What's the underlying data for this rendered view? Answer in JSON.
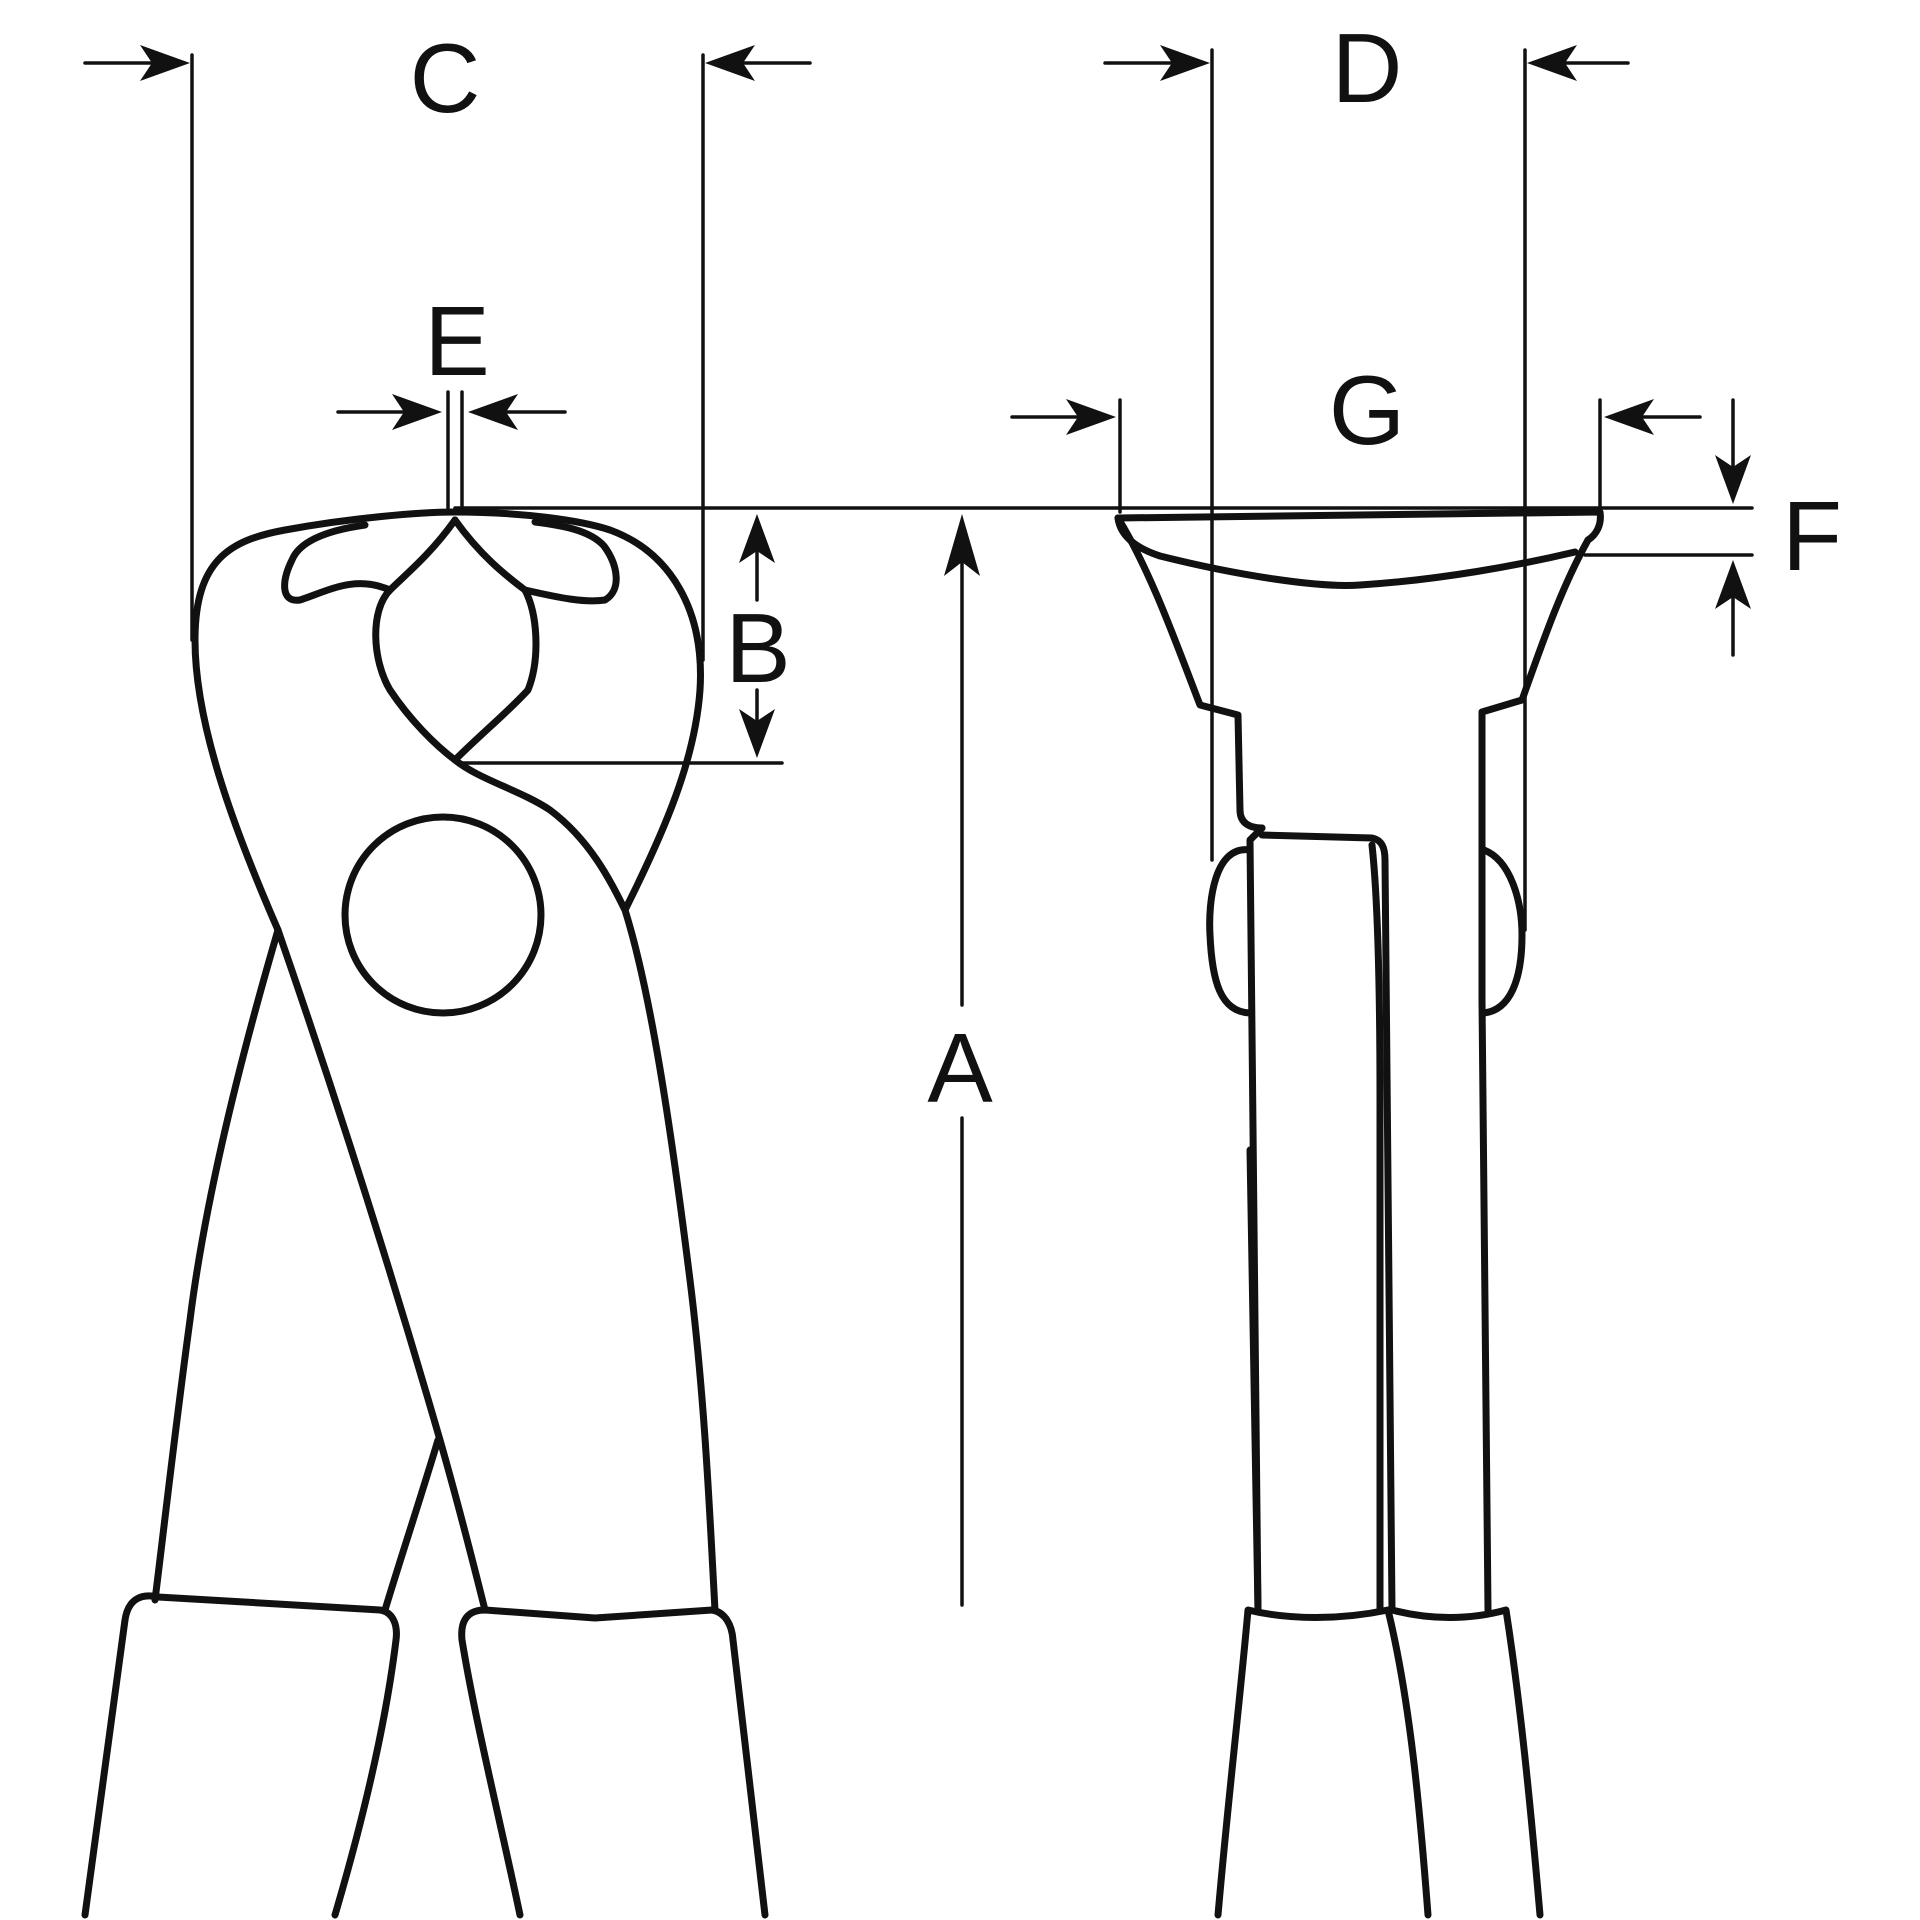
{
  "diagram": {
    "colors": {
      "line": "#111111",
      "background": "#ffffff"
    },
    "labels": {
      "A": "A",
      "B": "B",
      "C": "C",
      "D": "D",
      "E": "E",
      "F": "F",
      "G": "G"
    }
  }
}
